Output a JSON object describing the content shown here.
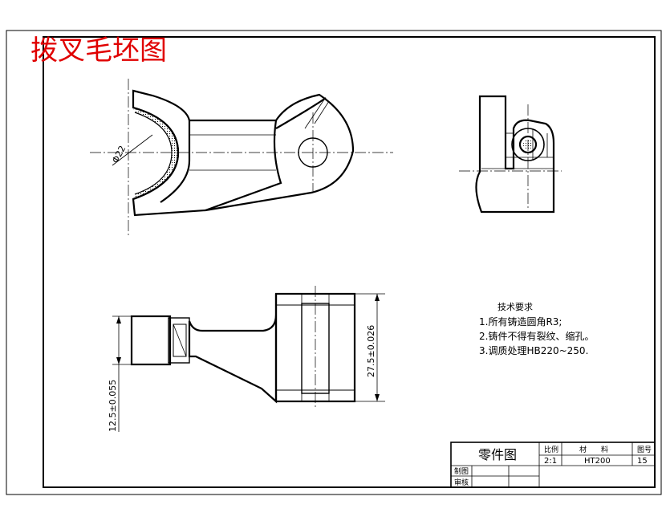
{
  "title": "拨叉毛坯图",
  "dimensions": {
    "diameter": "Φ22",
    "small_height": "12.5±0.055",
    "large_height": "27.5±0.026"
  },
  "tech_requirements": {
    "heading": "技术要求",
    "items": [
      "1.所有铸造圆角R3;",
      "2.铸件不得有裂纹、缩孔。",
      "3.调质处理HB220~250."
    ]
  },
  "title_block": {
    "drawing_name": "零件图",
    "scale_label": "比例",
    "material_label": "材　　料",
    "drawing_no_label": "图号",
    "scale": "2:1",
    "material": "HT200",
    "drawing_no": "15",
    "drawn_by_label": "制图",
    "checked_by_label": "审核"
  },
  "colors": {
    "title": "#e00000",
    "line": "#000000",
    "hatch": "#000000"
  }
}
